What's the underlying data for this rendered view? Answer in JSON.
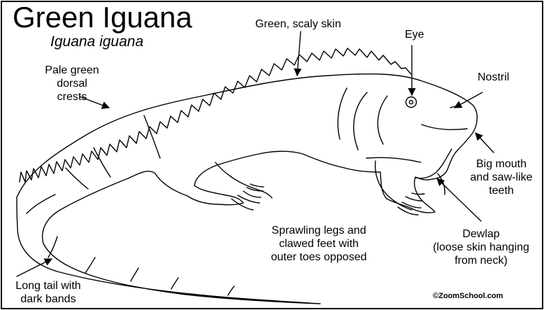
{
  "title": "Green Iguana",
  "subtitle": "Iguana iguana",
  "labels": {
    "skin": "Green, scaly skin",
    "eye": "Eye",
    "nostril": "Nostril",
    "crest_line1": "Pale green",
    "crest_line2": "dorsal",
    "crest_line3": "crests",
    "mouth_line1": "Big mouth",
    "mouth_line2": "and saw-like",
    "mouth_line3": "teeth",
    "legs_line1": "Sprawling legs and",
    "legs_line2": "clawed feet with",
    "legs_line3": "outer toes opposed",
    "dewlap_line1": "Dewlap",
    "dewlap_line2": "(loose skin hanging",
    "dewlap_line3": "from neck)",
    "tail_line1": "Long tail with",
    "tail_line2": "dark bands"
  },
  "credit": "©ZoomSchool.com"
}
